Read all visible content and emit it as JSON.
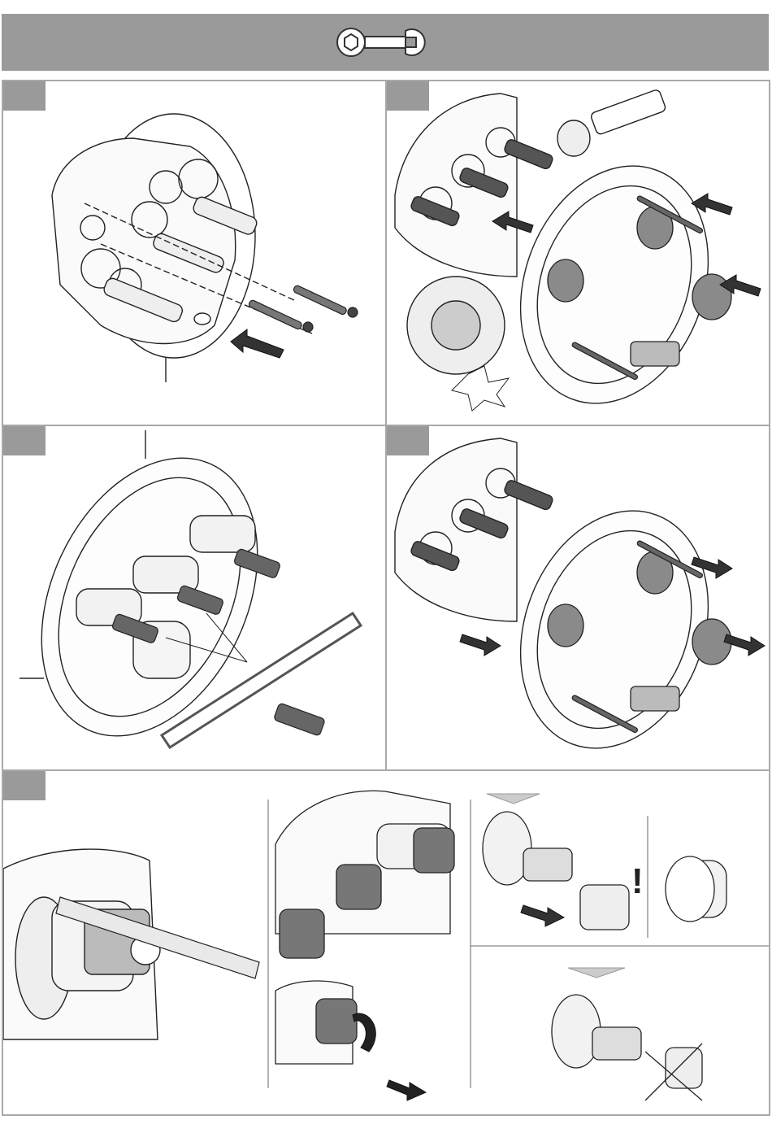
{
  "header": {
    "icon": "wrench-icon",
    "color": "#9a9a9a"
  },
  "steps": [
    {
      "id": 1,
      "label": ""
    },
    {
      "id": 2,
      "label": ""
    },
    {
      "id": 3,
      "label": ""
    },
    {
      "id": 4,
      "label": ""
    },
    {
      "id": 5,
      "label": ""
    }
  ],
  "warning_mark": "!",
  "colors": {
    "band": "#9a9a9a",
    "frame": "#a9a9a9",
    "line": "#222222",
    "part": "#8a8a8a"
  }
}
